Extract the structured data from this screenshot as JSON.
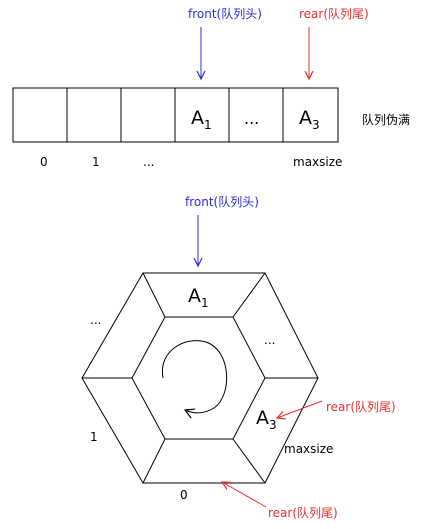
{
  "top": {
    "front_label": "front(队列头)",
    "rear_label": "rear(队列尾)",
    "cells": [
      "",
      "",
      "",
      "A1",
      "...",
      "A3"
    ],
    "a1_main": "A",
    "a1_sub": "1",
    "ellipsis_cell": "...",
    "a3_main": "A",
    "a3_sub": "3",
    "status": "队列伪满",
    "indices": {
      "i0": "0",
      "i1": "1",
      "dots": "...",
      "max": "maxsize"
    }
  },
  "bottom": {
    "front_label": "front(队列头)",
    "rear_label_right": "rear(队列尾)",
    "rear_label_bottom": "rear(队列尾)",
    "a1_main": "A",
    "a1_sub": "1",
    "a3_main": "A",
    "a3_sub": "3",
    "dots_left": "...",
    "dots_right": "...",
    "label_1": "1",
    "label_0": "0",
    "label_max": "maxsize"
  },
  "colors": {
    "front": "#2b2bd6",
    "rear": "#e53030",
    "outline": "#000000"
  }
}
